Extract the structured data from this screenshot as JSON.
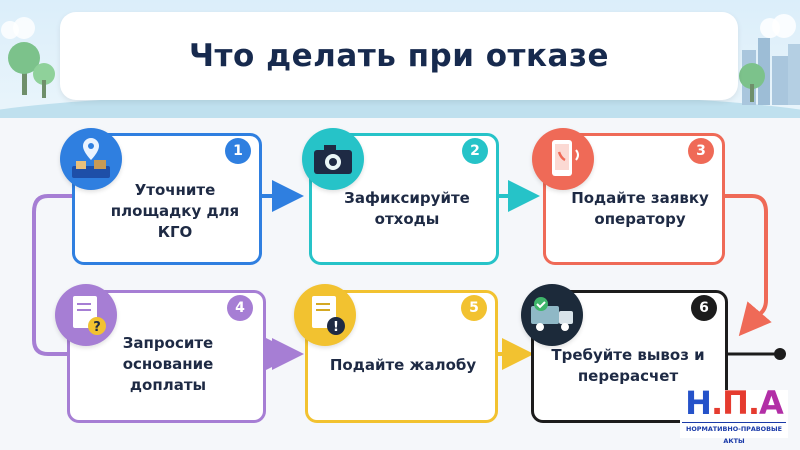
{
  "title": "Что делать при отказе",
  "steps": [
    {
      "number": "1",
      "label": "Уточните площадку для КГО",
      "color": "#2f7fe0",
      "icon": "map-pin-landfill-icon"
    },
    {
      "number": "2",
      "label": "Зафиксируйте отходы",
      "color": "#26c3c8",
      "icon": "camera-icon"
    },
    {
      "number": "3",
      "label": "Подайте заявку оператору",
      "color": "#ef6a57",
      "icon": "phone-call-icon"
    },
    {
      "number": "4",
      "label": "Запросите основание доплаты",
      "color": "#a67ed4",
      "icon": "document-question-icon"
    },
    {
      "number": "5",
      "label": "Подайте жалобу",
      "color": "#f2c230",
      "icon": "document-warning-icon"
    },
    {
      "number": "6",
      "label": "Требуйте вывоз и перерасчет",
      "color": "#1c1c1c",
      "icon": "garbage-truck-check-icon"
    }
  ],
  "logo": {
    "letters": [
      "Н",
      "П",
      "А"
    ],
    "letter_colors": [
      "#2552c9",
      "#e53b2f",
      "#b22ea6"
    ],
    "subtitle": "НОРМАТИВНО-ПРАВОВЫЕ АКТЫ"
  }
}
